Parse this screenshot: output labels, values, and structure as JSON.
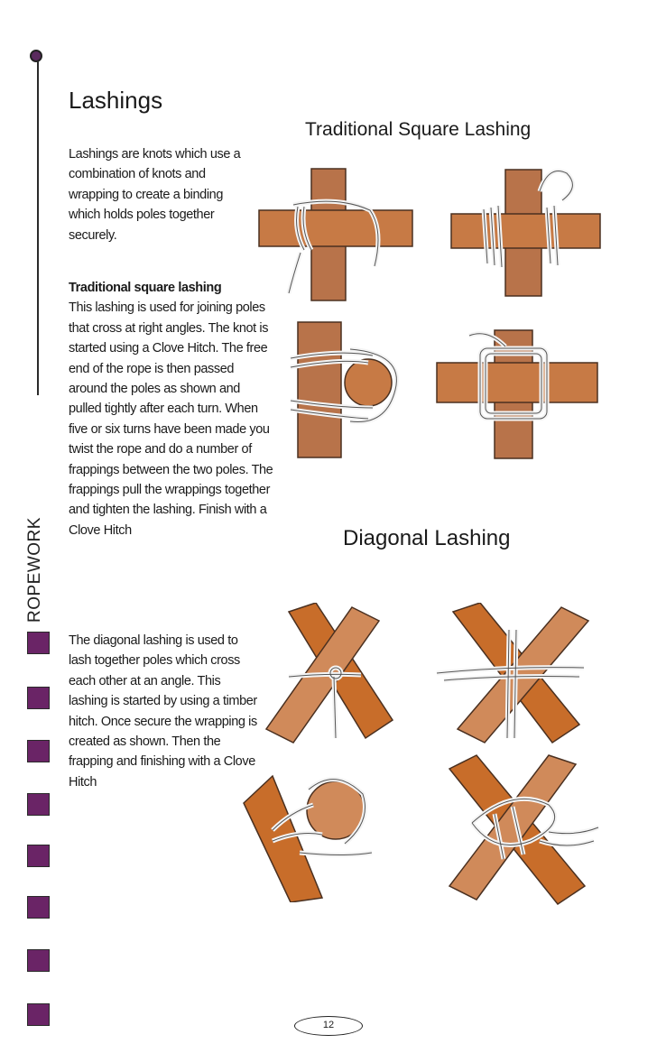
{
  "page": {
    "title": "Lashings",
    "side_label": "ROPEWORK",
    "page_number": "12",
    "accent_color": "#6a2466"
  },
  "intro": {
    "text": "Lashings are knots which use a combination of knots and wrapping to create a binding which holds poles together securely."
  },
  "square_lashing": {
    "heading": "Traditional square lashing",
    "text": "This lashing is used for joining poles that cross at right angles. The knot is started using a Clove Hitch. The free end of the rope is then passed around the poles as shown and pulled tightly after each turn. When five or six turns have been made you twist the rope and do a number of frappings between the two poles. The frappings pull the wrappings together and tighten the lashing. Finish with a Clove Hitch",
    "figure_title": "Traditional Square Lashing"
  },
  "diagonal_lashing": {
    "text": "The diagonal lashing is used to lash together poles which cross each other at an angle. This lashing is started by using a timber hitch. Once secure the wrapping is created as shown. Then the frapping and finishing with a Clove Hitch",
    "figure_title": "Diagonal Lashing"
  }
}
